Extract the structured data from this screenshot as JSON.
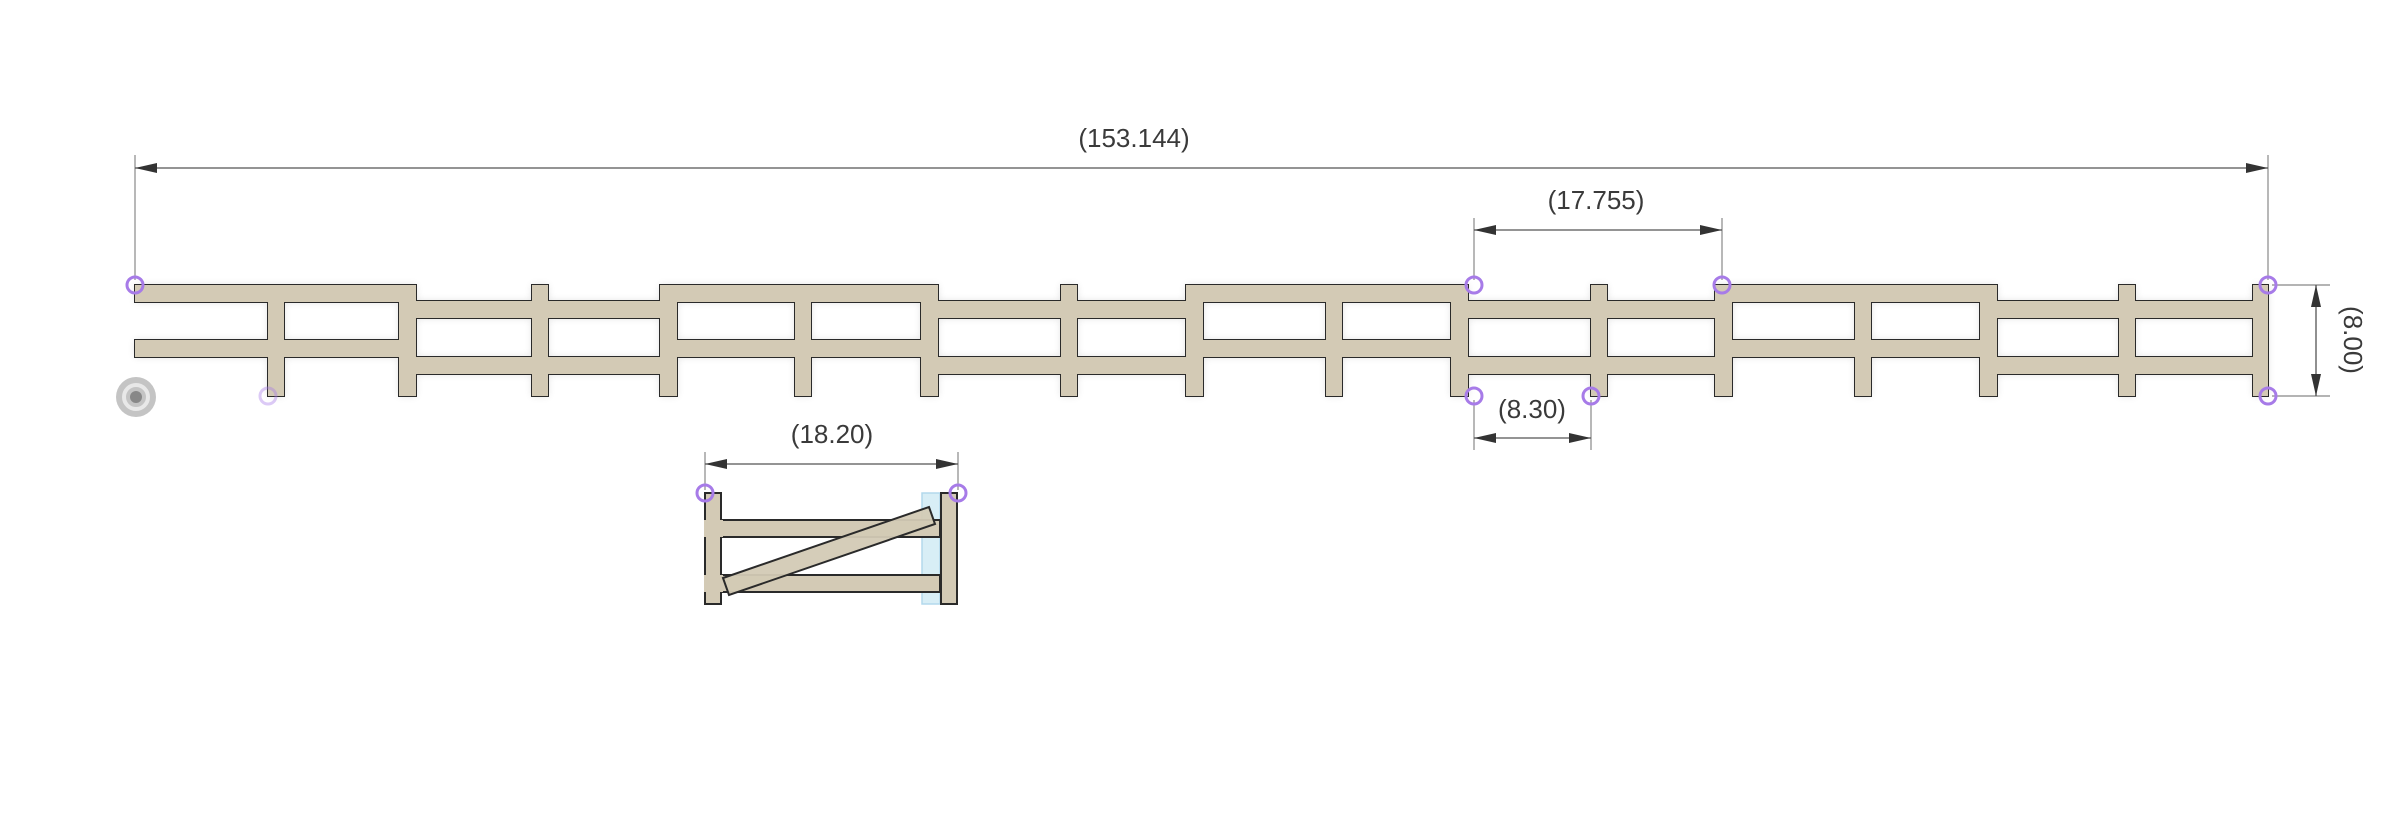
{
  "dimensions": {
    "overall_length": "(153.144)",
    "section_spacing": "(17.755)",
    "post_spacing": "(8.30)",
    "height": "(8.00)",
    "gate_width": "(18.20)"
  },
  "colors": {
    "wood": "#d3cab5",
    "outline": "#2a2a2a",
    "snap_point": "#a77be8",
    "selection": "#bfe3f2"
  }
}
